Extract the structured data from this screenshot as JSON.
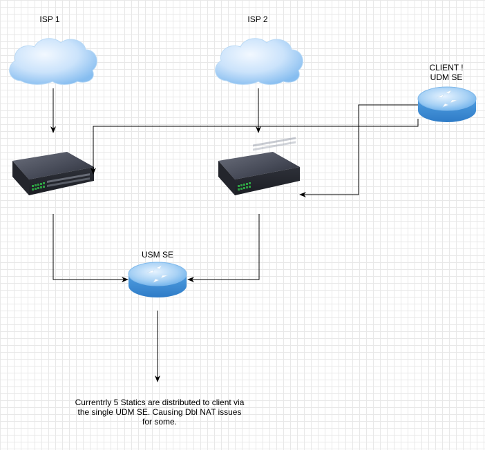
{
  "nodes": {
    "isp1": {
      "label": "ISP 1"
    },
    "isp2": {
      "label": "ISP 2"
    },
    "client_udm": {
      "label_line1": "CLIENT !",
      "label_line2": "UDM SE"
    },
    "usm": {
      "label": "USM SE"
    }
  },
  "note": {
    "line1": "Currentrly 5 Statics are distributed to client via",
    "line2": "the single UDM SE.  Causing Dbl NAT issues",
    "line3": "for some."
  },
  "colors": {
    "cloud_light": "#e4f1ff",
    "cloud_dark": "#8fc3f0",
    "switch_body": "#3c3f4a",
    "switch_top": "#5a5e6c",
    "port_green": "#2ea043",
    "router_blue": "#6fb2ec",
    "connector": "#000000"
  }
}
